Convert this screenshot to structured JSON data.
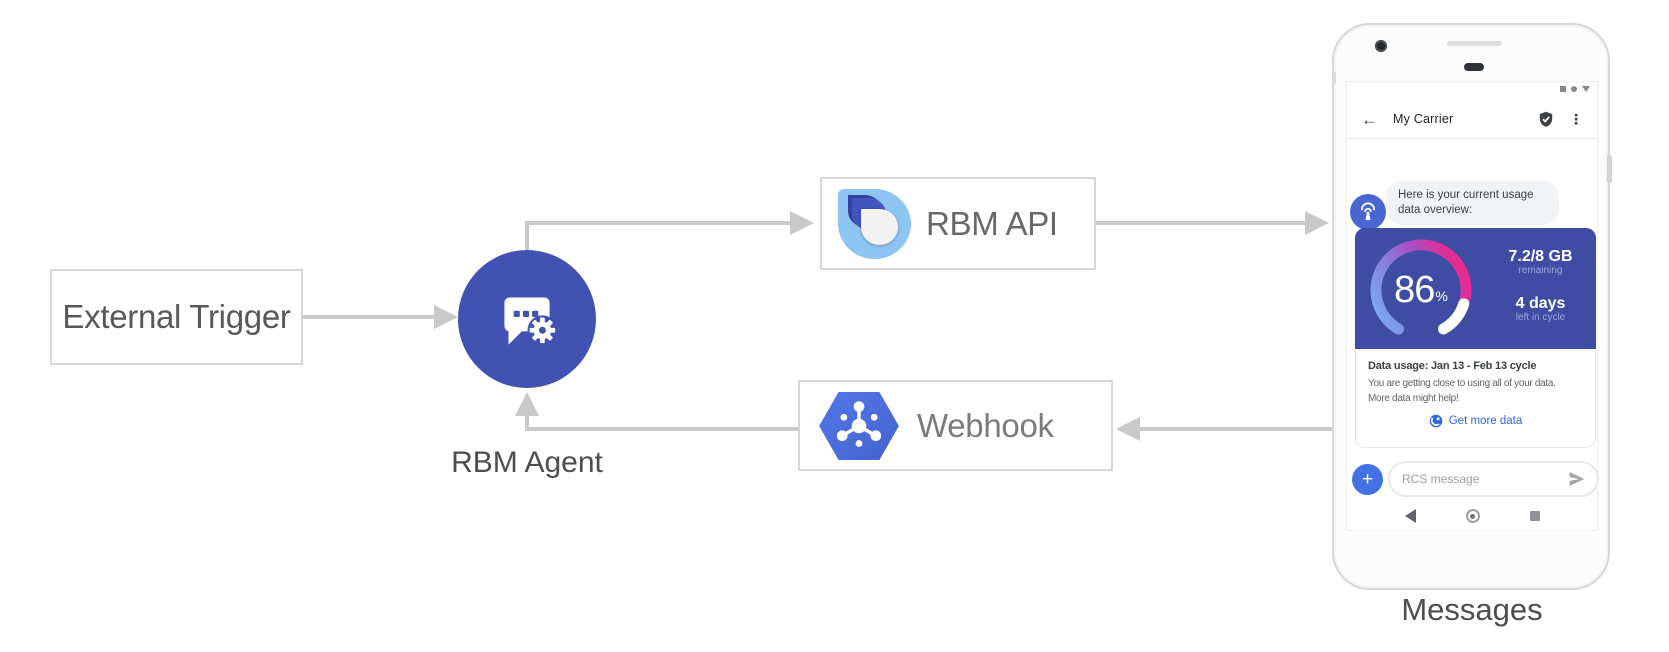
{
  "diagram": {
    "external_trigger_label": "External Trigger",
    "rbm_agent_label": "RBM Agent",
    "rbm_api_label": "RBM API",
    "webhook_label": "Webhook",
    "phone_caption": "Messages",
    "icons": {
      "rbm_agent": "chat-bubble-gear-icon",
      "rbm_api": "rbm-droplet-logo",
      "webhook": "cloud-pubsub-hexagon-icon"
    },
    "colors": {
      "agent_circle": "#4252b3",
      "arrow_gray": "#c9c9c9",
      "hexagon_blue": "#4d6fe0",
      "logo_light_blue": "#8fc5f2"
    }
  },
  "phone": {
    "status_icons": [
      "square",
      "circle",
      "triangle"
    ],
    "header": {
      "back_icon": "←",
      "title": "My Carrier",
      "verified_icon": "shield-check",
      "menu_icon": "⋮"
    },
    "chat": {
      "avatar_icon": "antenna-broadcast-icon",
      "bubble_lines": [
        "Here is your current usage",
        "data overview:"
      ]
    },
    "usage_card": {
      "percent_value": "86",
      "percent_unit": "%",
      "amount": "7.2/8 GB",
      "amount_caption": "remaining",
      "days": "4 days",
      "days_caption": "left in cycle",
      "title": "Data usage: Jan 13 - Feb 13 cycle",
      "body_lines": [
        "You are getting close to using all of your data.",
        "More data might help!"
      ],
      "cta_label": "Get more data",
      "cta_icon": "globe-icon",
      "colors": {
        "card_blue": "#3e4da3",
        "link_blue": "#2d67de",
        "gauge_gradient": [
          "#79aef4",
          "#8781db",
          "#a74fc5",
          "#e42b90"
        ],
        "gauge_remainder": "#ffffff"
      }
    },
    "compose": {
      "add_icon": "+",
      "placeholder": "RCS message",
      "send_icon": "paper-plane"
    },
    "nav_icons": [
      "back-triangle",
      "home-circle",
      "recents-square"
    ]
  }
}
